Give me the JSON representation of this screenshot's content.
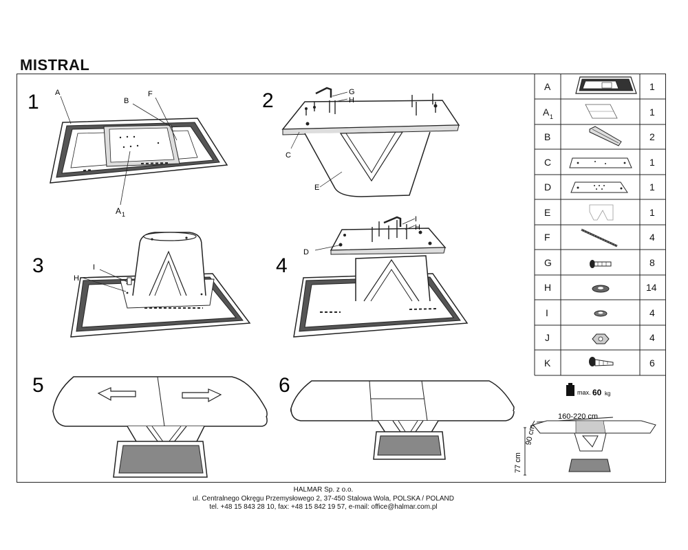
{
  "title": "MISTRAL",
  "steps": [
    "1",
    "2",
    "3",
    "4",
    "5",
    "6"
  ],
  "labels": {
    "step1": {
      "a": "A",
      "b": "B",
      "f": "F",
      "a1": "A",
      "a1_sub": "1"
    },
    "step2": {
      "g": "G",
      "h": "H",
      "c": "C",
      "e": "E"
    },
    "step3": {
      "i": "I",
      "h": "H"
    },
    "step4": {
      "i": "I",
      "h": "H",
      "d": "D"
    }
  },
  "parts": [
    {
      "letter": "A",
      "sub": "",
      "qty": "1",
      "icon": "table-top-frame-icon"
    },
    {
      "letter": "A",
      "sub": "1",
      "qty": "1",
      "icon": "extension-leaf-icon"
    },
    {
      "letter": "B",
      "sub": "",
      "qty": "2",
      "icon": "bracket-icon"
    },
    {
      "letter": "C",
      "sub": "",
      "qty": "1",
      "icon": "bottom-plate-icon"
    },
    {
      "letter": "D",
      "sub": "",
      "qty": "1",
      "icon": "top-plate-icon"
    },
    {
      "letter": "E",
      "sub": "",
      "qty": "1",
      "icon": "leg-base-icon"
    },
    {
      "letter": "F",
      "sub": "",
      "qty": "4",
      "icon": "rod-icon"
    },
    {
      "letter": "G",
      "sub": "",
      "qty": "8",
      "icon": "bolt-icon"
    },
    {
      "letter": "H",
      "sub": "",
      "qty": "14",
      "icon": "washer-icon"
    },
    {
      "letter": "I",
      "sub": "",
      "qty": "4",
      "icon": "spring-washer-icon"
    },
    {
      "letter": "J",
      "sub": "",
      "qty": "4",
      "icon": "nut-icon"
    },
    {
      "letter": "K",
      "sub": "",
      "qty": "6",
      "icon": "screw-icon"
    }
  ],
  "max_load": {
    "prefix": "max.",
    "value": "60",
    "unit": "kg"
  },
  "dimensions": {
    "length": "160-220 cm",
    "width": "90 cm",
    "height": "77 cm"
  },
  "footer": {
    "company": "HALMAR Sp. z o.o.",
    "address": "ul. Centralnego Okręgu Przemysłowego 2, 37-450 Stalowa Wola, POLSKA / POLAND",
    "contact": "tel. +48 15 843 28 10, fax: +48 15 842 19 57, e-mail: office@halmar.com.pl"
  }
}
